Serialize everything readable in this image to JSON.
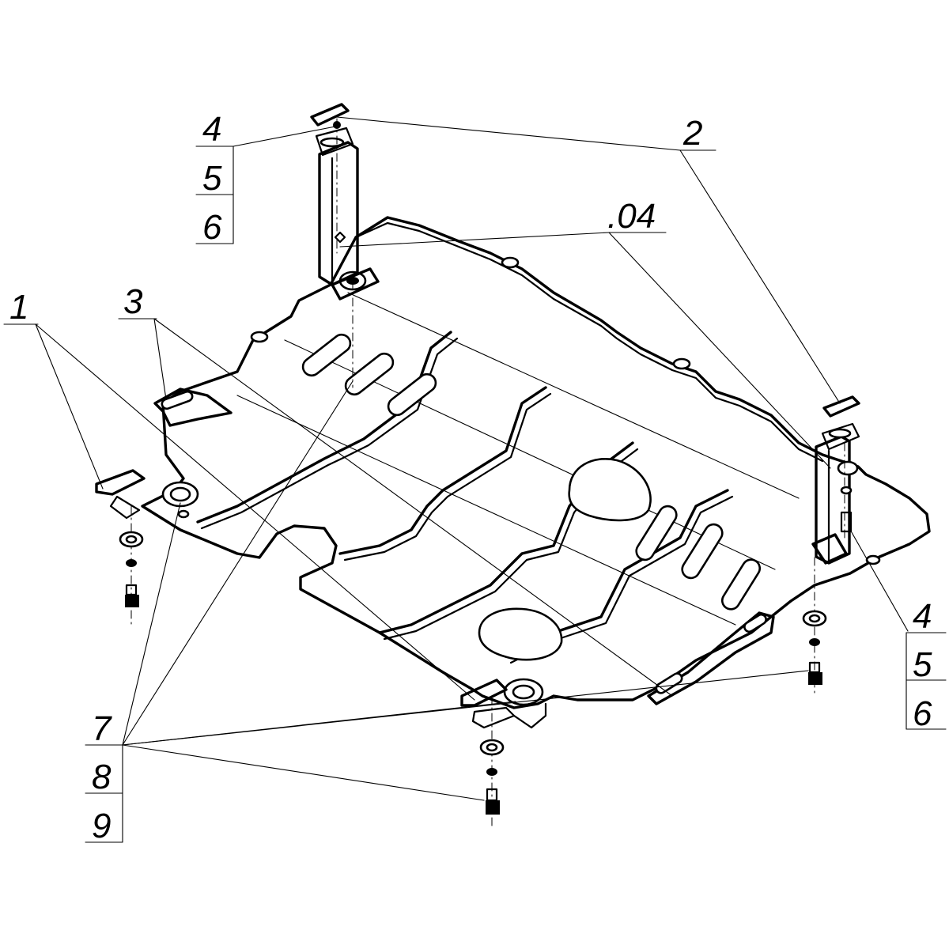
{
  "callouts": {
    "c1": "1",
    "c2": "2",
    "c3": "3",
    "c04": ".04",
    "topleft": {
      "a": "4",
      "b": "5",
      "c": "6"
    },
    "right": {
      "a": "4",
      "b": "5",
      "c": "6"
    },
    "bottomleft": {
      "a": "7",
      "b": "8",
      "c": "9"
    }
  }
}
